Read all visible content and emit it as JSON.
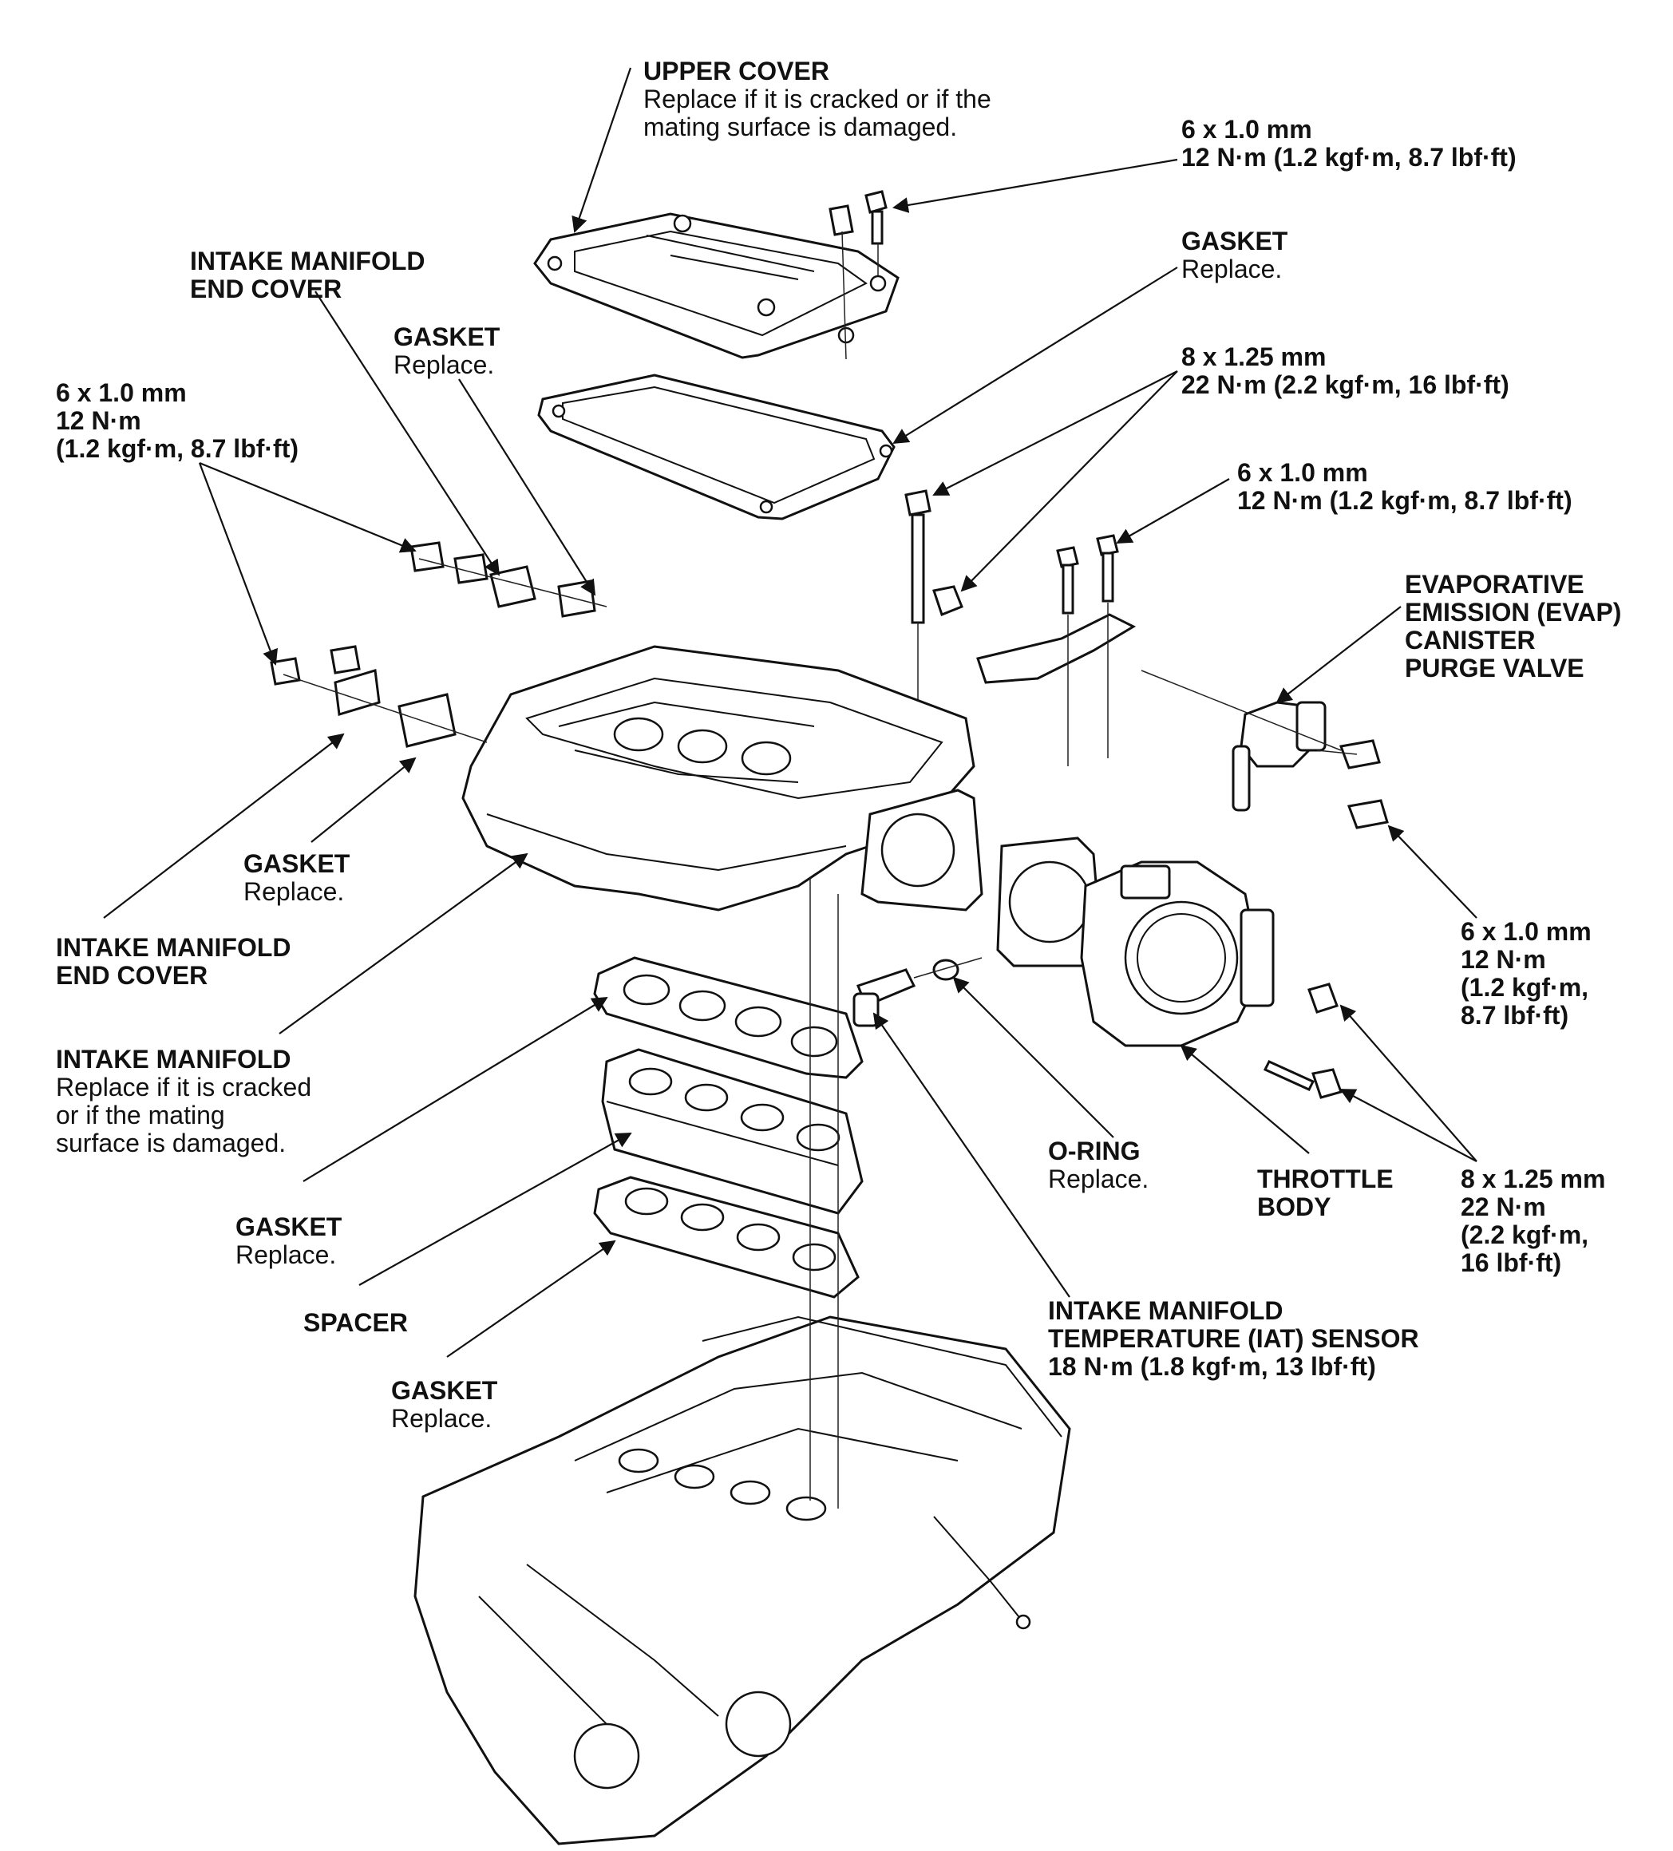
{
  "labels": {
    "upper_cover": {
      "title": "UPPER COVER",
      "desc": [
        "Replace if it is cracked or if the",
        "mating surface is damaged."
      ]
    },
    "bolt_upper_cover": {
      "title": "6 x 1.0 mm",
      "desc": [],
      "extra": "12 N·m (1.2 kgf·m, 8.7 lbf·ft)"
    },
    "gasket_upper": {
      "title": "GASKET",
      "desc": [
        "Replace."
      ]
    },
    "bolt_8x125_top": {
      "title": "8 x 1.25 mm",
      "extra": "22 N·m (2.2 kgf·m, 16 lbf·ft)"
    },
    "bolt_6x10_bracket": {
      "title": "6 x 1.0 mm",
      "extra": "12 N·m (1.2 kgf·m, 8.7 lbf·ft)"
    },
    "evap_valve": {
      "lines": [
        "EVAPORATIVE",
        "EMISSION (EVAP)",
        "CANISTER",
        "PURGE VALVE"
      ]
    },
    "bolt_6x10_evap": {
      "lines": [
        "6 x 1.0 mm",
        "12 N·m",
        "(1.2 kgf·m,",
        "8.7 lbf·ft)"
      ]
    },
    "bolt_8x125_throttle": {
      "lines": [
        "8 x 1.25 mm",
        "22 N·m",
        "(2.2 kgf·m,",
        "16 lbf·ft)"
      ]
    },
    "throttle_body": {
      "lines": [
        "THROTTLE",
        "BODY"
      ]
    },
    "o_ring": {
      "title": "O-RING",
      "desc": [
        "Replace."
      ]
    },
    "iat_sensor": {
      "lines": [
        "INTAKE MANIFOLD",
        "TEMPERATURE (IAT) SENSOR",
        "18 N·m (1.8 kgf·m, 13 lbf·ft)"
      ]
    },
    "end_cover_top": {
      "lines": [
        "INTAKE MANIFOLD",
        "END COVER"
      ]
    },
    "gasket_end_top": {
      "title": "GASKET",
      "desc": [
        "Replace."
      ]
    },
    "nut_6x10_left": {
      "lines": [
        "6 x 1.0 mm",
        "12 N·m",
        "(1.2 kgf·m, 8.7 lbf·ft)"
      ]
    },
    "gasket_end_lower": {
      "title": "GASKET",
      "desc": [
        "Replace."
      ]
    },
    "end_cover_lower": {
      "lines": [
        "INTAKE MANIFOLD",
        "END COVER"
      ]
    },
    "intake_manifold": {
      "title": "INTAKE MANIFOLD",
      "desc": [
        "Replace if it is cracked",
        "or if the mating",
        "surface is damaged."
      ]
    },
    "gasket_spacer_upper": {
      "title": "GASKET",
      "desc": [
        "Replace."
      ]
    },
    "spacer": {
      "title": "SPACER",
      "desc": []
    },
    "gasket_spacer_lower": {
      "title": "GASKET",
      "desc": [
        "Replace."
      ]
    }
  }
}
